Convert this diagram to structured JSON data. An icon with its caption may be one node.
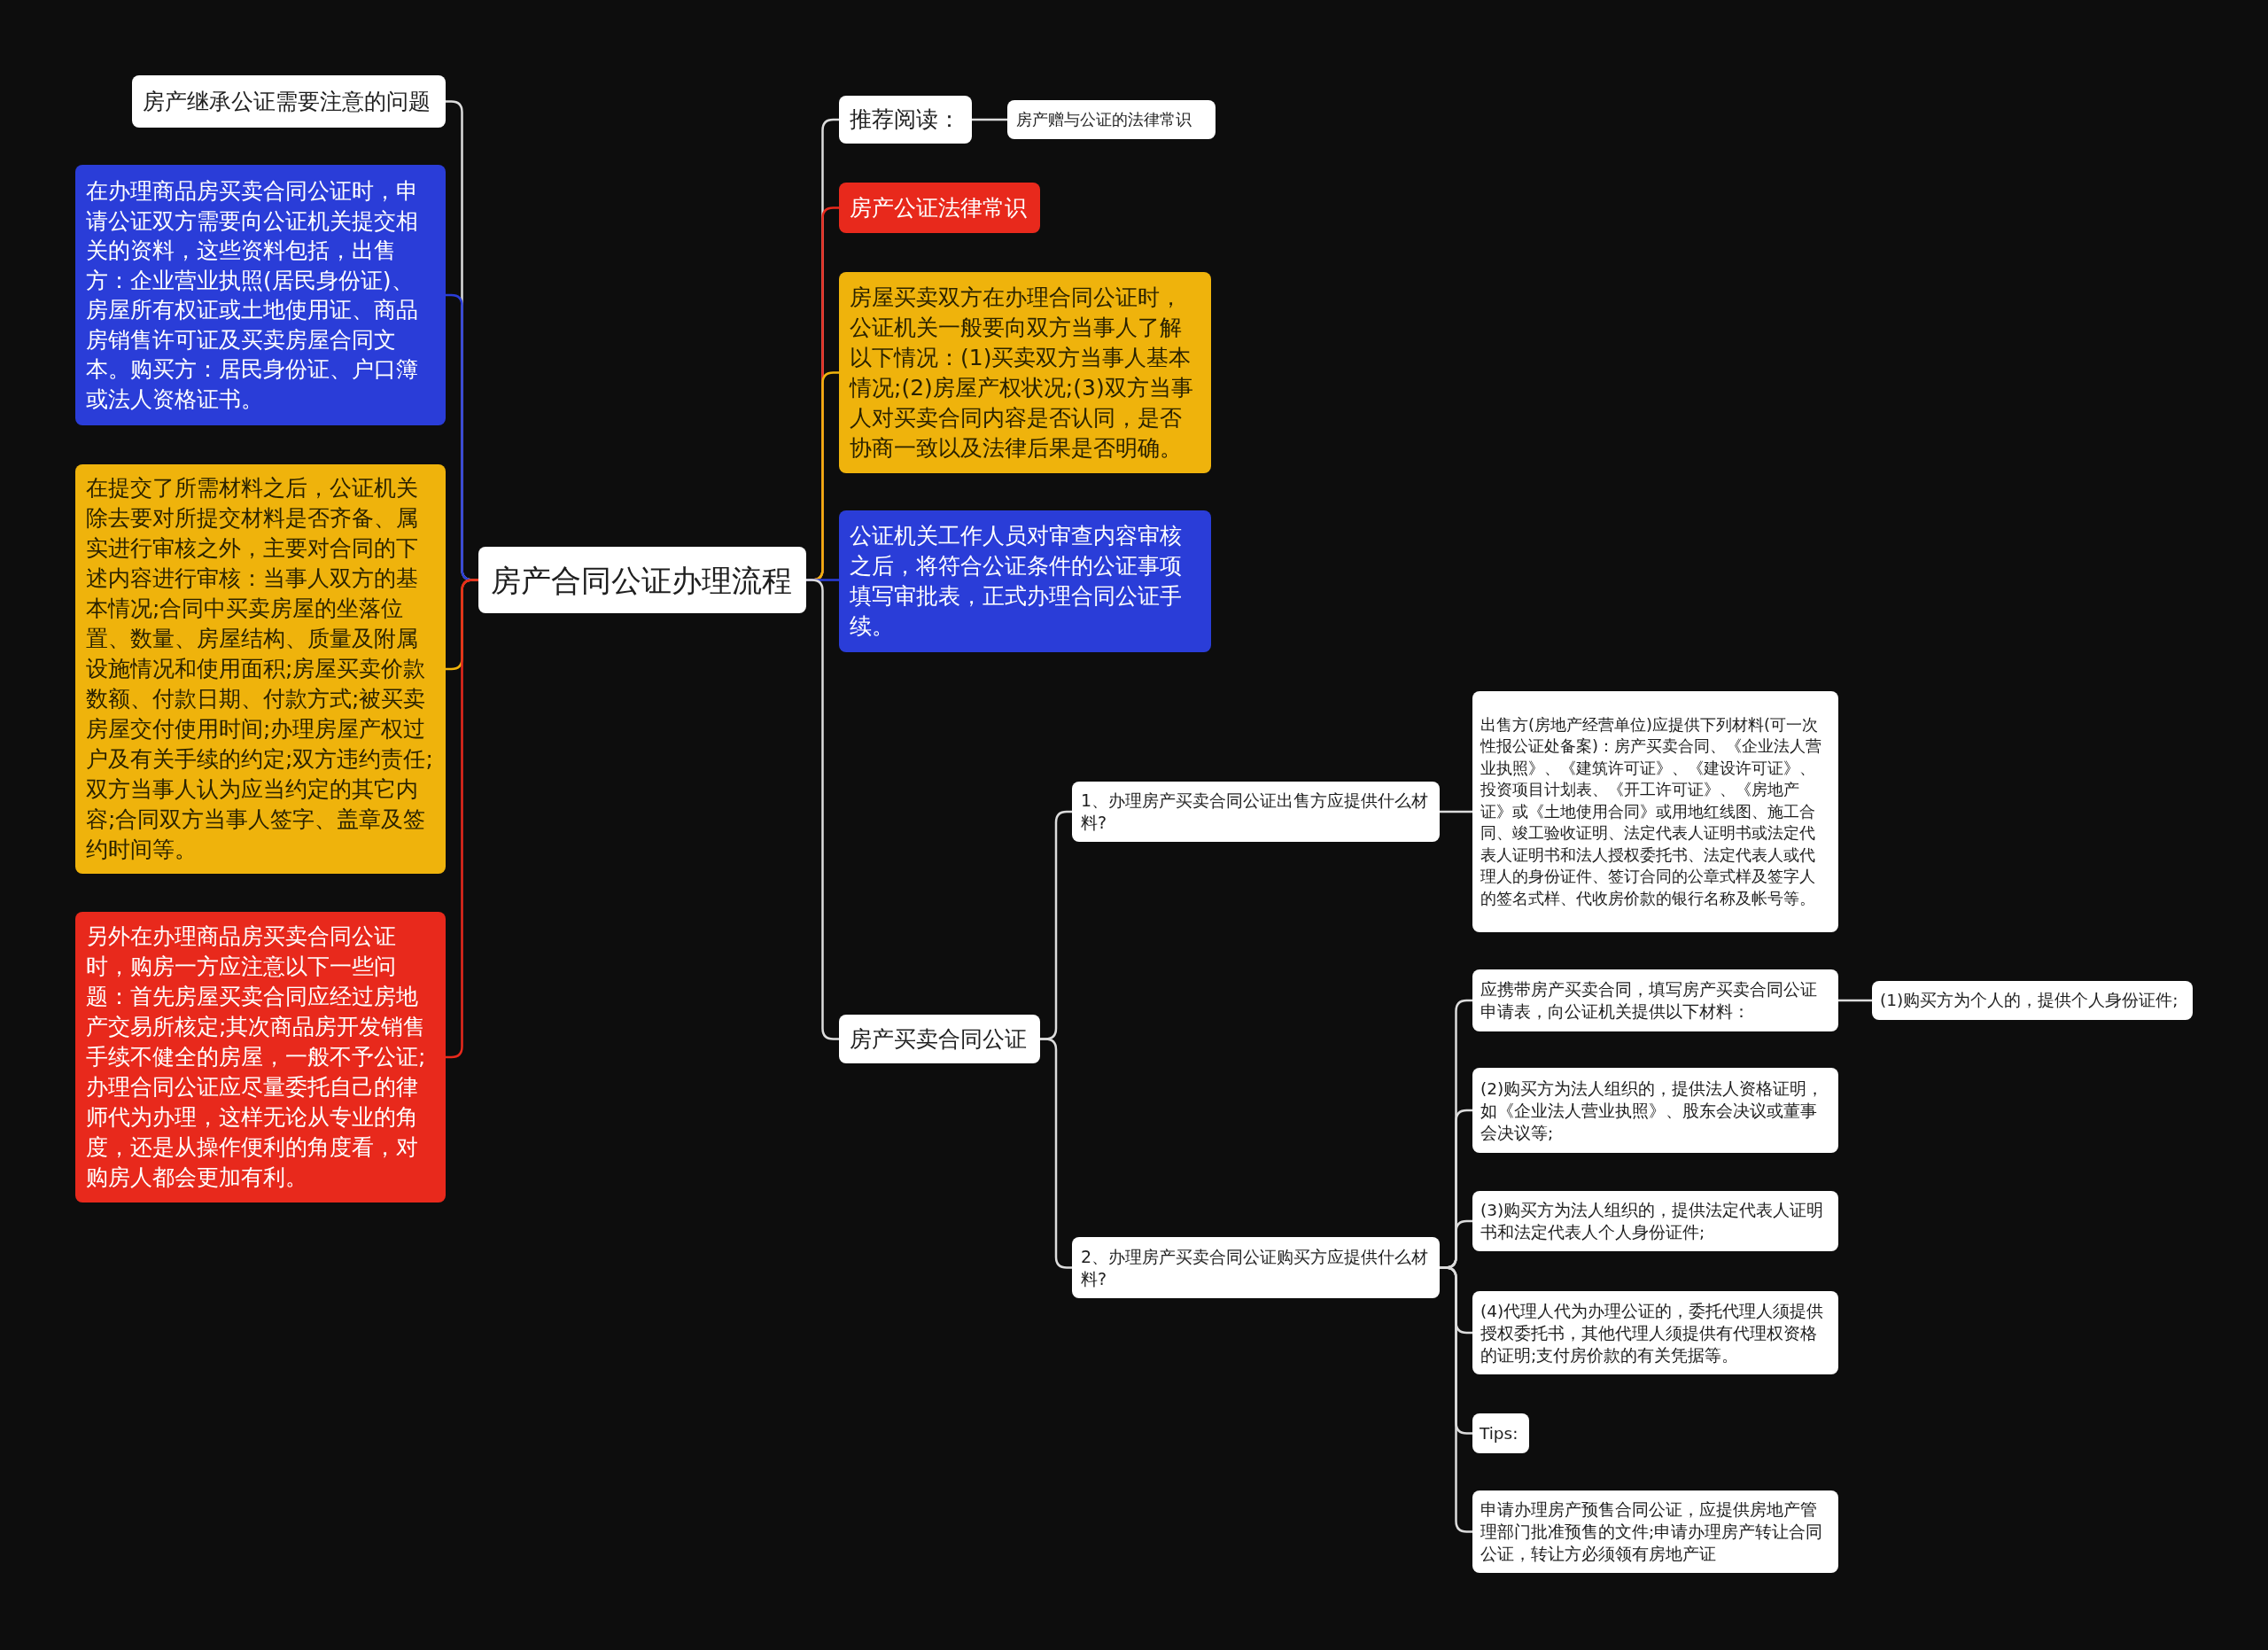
{
  "diagram": {
    "nodes": [
      {
        "text": [
          "房产合同公证办理流程"
        ]
      },
      {
        "text": [
          "房产继承公证需要注意的问题"
        ]
      },
      {
        "text": [
          "在办理商品房买卖合同公证时，申请公证双方需要向公证机关提交相关的资料，这些资料包括，出售方：企业营业执照(居民身份证)、房屋所有权证或土地使用证、商品房销售许可证及买卖房屋合同文本。购买方：居民身份证、户口簿或法人资格证书。"
        ]
      },
      {
        "text": [
          "在提交了所需材料之后，公证机关除去要对所提交材料是否齐备、属实进行审核之外，主要对合同的下述内容进行审核：当事人双方的基本情况;合同中买卖房屋的坐落位置、数量、房屋结构、质量及附属设施情况和使用面积;房屋买卖价款数额、付款日期、付款方式;被买卖房屋交付使用时间;办理房屋产权过户及有关手续的约定;双方违约责任;双方当事人认为应当约定的其它内容;合同双方当事人签字、盖章及签约时间等。"
        ]
      },
      {
        "text": [
          "另外在办理商品房买卖合同公证时，购房一方应注意以下一些问题：首先房屋买卖合同应经过房地产交易所核定;其次商品房开发销售手续不健全的房屋，一般不予公证;办理合同公证应尽量委托自己的律师代为办理，这样无论从专业的角度，还是从操作便利的角度看，对购房人都会更加有利。"
        ]
      },
      {
        "text": [
          "推荐阅读："
        ]
      },
      {
        "text": [
          "房产赠与公证的法律常识"
        ]
      },
      {
        "text": [
          "房产公证法律常识"
        ]
      },
      {
        "text": [
          "房屋买卖双方在办理合同公证时，公证机关一般要向双方当事人了解以下情况：(1)买卖双方当事人基本情况;(2)房屋产权状况;(3)双方当事人对买卖合同内容是否认同，是否协商一致以及法律后果是否明确。"
        ]
      },
      {
        "text": [
          "公证机关工作人员对审查内容审核之后，将符合公证条件的公证事项填写审批表，正式办理合同公证手续。"
        ]
      },
      {
        "text": [
          "房产买卖合同公证"
        ]
      },
      {
        "text": [
          "1、办理房产买卖合同公证出售方应提供什么材料?"
        ]
      },
      {
        "text": [
          "出售方(房地产经营单位)应提供下列材料(可一次性报公证处备案)：房产买卖合同、《企业法人营业执照》、《建筑许可证》、《建设许可证》、投资项目计划表、《开工许可证》、《房地产证》或《土地使用合同》或用地红线图、施工合同、竣工验收证明、法定代表人证明书或法定代表人证明书和法人授权委托书、法定代表人或代理人的身份证件、签订合同的公章式样及签字人的签名式样、代收房价款的银行名称及帐号等。"
        ]
      },
      {
        "text": [
          "2、办理房产买卖合同公证购买方应提供什么材料?"
        ]
      },
      {
        "text": [
          "应携带房产买卖合同，填写房产买卖合同公证申请表，向公证机关提供以下材料："
        ]
      },
      {
        "text": [
          "(1)购买方为个人的，提供个人身份证件;"
        ]
      },
      {
        "text": [
          "(2)购买方为法人组织的，提供法人资格证明，如《企业法人营业执照》、股东会决议或董事会决议等;"
        ]
      },
      {
        "text": [
          "(3)购买方为法人组织的，提供法定代表人证明书和法定代表人个人身份证件;"
        ]
      },
      {
        "text": [
          "(4)代理人代为办理公证的，委托代理人须提供授权委托书，其他代理人须提供有代理权资格的证明;支付房价款的有关凭据等。"
        ]
      },
      {
        "text": [
          "Tips:"
        ]
      },
      {
        "text": [
          "申请办理房产预售合同公证，应提供房地产管理部门批准预售的文件;申请办理房产转让合同公证，转让方必须领有房地产证"
        ]
      }
    ],
    "edges": [
      {
        "from": 0,
        "to": 1,
        "arrow": "none"
      },
      {
        "from": 0,
        "to": 2,
        "arrow": "none",
        "color": "#2a3dd8"
      },
      {
        "from": 0,
        "to": 3,
        "arrow": "none",
        "color": "#efb30c"
      },
      {
        "from": 0,
        "to": 4,
        "arrow": "none",
        "color": "#e8291c"
      },
      {
        "from": 0,
        "to": 5,
        "arrow": "none"
      },
      {
        "from": 5,
        "to": 6,
        "arrow": "none"
      },
      {
        "from": 0,
        "to": 7,
        "arrow": "none",
        "color": "#e8291c"
      },
      {
        "from": 0,
        "to": 8,
        "arrow": "none",
        "color": "#efb30c"
      },
      {
        "from": 0,
        "to": 9,
        "arrow": "none",
        "color": "#2a3dd8"
      },
      {
        "from": 0,
        "to": 10,
        "arrow": "none"
      },
      {
        "from": 10,
        "to": 11,
        "arrow": "none"
      },
      {
        "from": 11,
        "to": 12,
        "arrow": "none"
      },
      {
        "from": 10,
        "to": 13,
        "arrow": "none"
      },
      {
        "from": 13,
        "to": 14,
        "arrow": "none"
      },
      {
        "from": 14,
        "to": 15,
        "arrow": "none"
      },
      {
        "from": 13,
        "to": 16,
        "arrow": "none"
      },
      {
        "from": 13,
        "to": 17,
        "arrow": "none"
      },
      {
        "from": 13,
        "to": 18,
        "arrow": "none"
      },
      {
        "from": 13,
        "to": 19,
        "arrow": "none"
      },
      {
        "from": 13,
        "to": 20,
        "arrow": "none"
      }
    ]
  }
}
